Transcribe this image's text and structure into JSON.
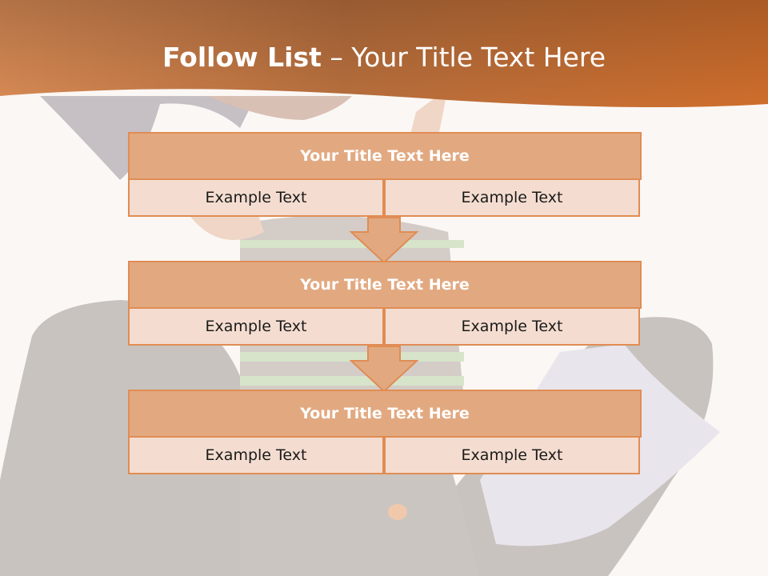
{
  "title": {
    "bold": "Follow List",
    "rest": "– Your Title Text Here"
  },
  "blocks": [
    {
      "title": "Your Title Text Here",
      "left": "Example Text",
      "right": "Example Text"
    },
    {
      "title": "Your Title Text Here",
      "left": "Example Text",
      "right": "Example Text"
    },
    {
      "title": "Your Title Text Here",
      "left": "Example Text",
      "right": "Example Text"
    }
  ],
  "colors": {
    "header_orange": "#cf6f2c",
    "box_head": "#e2a981",
    "box_cell": "#f4ddd0",
    "border": "#e08c54"
  }
}
